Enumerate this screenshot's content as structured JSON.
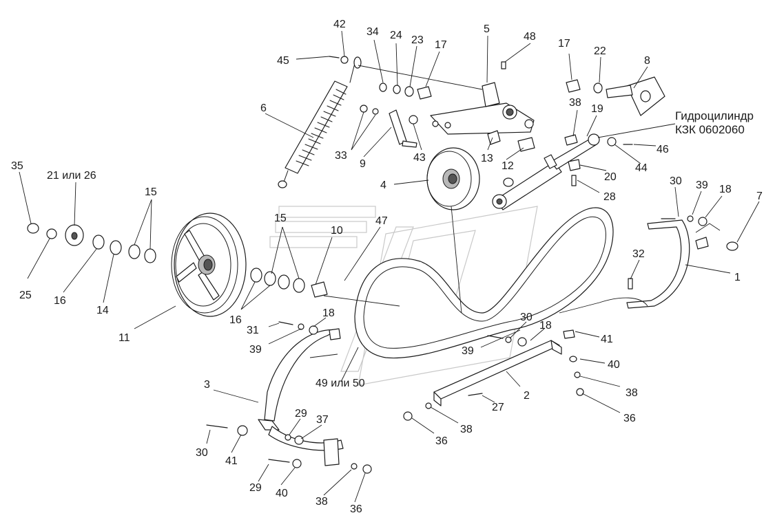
{
  "callouts": {
    "c1": "1",
    "c2": "2",
    "c3": "3",
    "c4": "4",
    "c5": "5",
    "c6": "6",
    "c7": "7",
    "c8": "8",
    "c9": "9",
    "c10": "10",
    "c11": "11",
    "c12": "12",
    "c13": "13",
    "c14": "14",
    "c15a": "15",
    "c15b": "15",
    "c16a": "16",
    "c16b": "16",
    "c17a": "17",
    "c17b": "17",
    "c18a": "18",
    "c18b": "18",
    "c18c": "18",
    "c19": "19",
    "c20": "20",
    "c21_26": "21 или 26",
    "c22": "22",
    "c23": "23",
    "c24": "24",
    "c25": "25",
    "c27": "27",
    "c28": "28",
    "c29a": "29",
    "c29b": "29",
    "c30a": "30",
    "c30b": "30",
    "c30c": "30",
    "c31": "31",
    "c32": "32",
    "c33": "33",
    "c34": "34",
    "c35": "35",
    "c36a": "36",
    "c36b": "36",
    "c36c": "36",
    "c37": "37",
    "c38a": "38",
    "c38b": "38",
    "c38c": "38",
    "c38d": "38",
    "c39a": "39",
    "c39b": "39",
    "c39c": "39",
    "c40a": "40",
    "c40b": "40",
    "c41a": "41",
    "c41b": "41",
    "c42": "42",
    "c43": "43",
    "c44": "44",
    "c45": "45",
    "c46": "46",
    "c47": "47",
    "c48": "48",
    "c49_50": "49 или 50"
  },
  "note": {
    "line1": "Гидроцилиндр",
    "line2": "КЗК 0602060"
  }
}
